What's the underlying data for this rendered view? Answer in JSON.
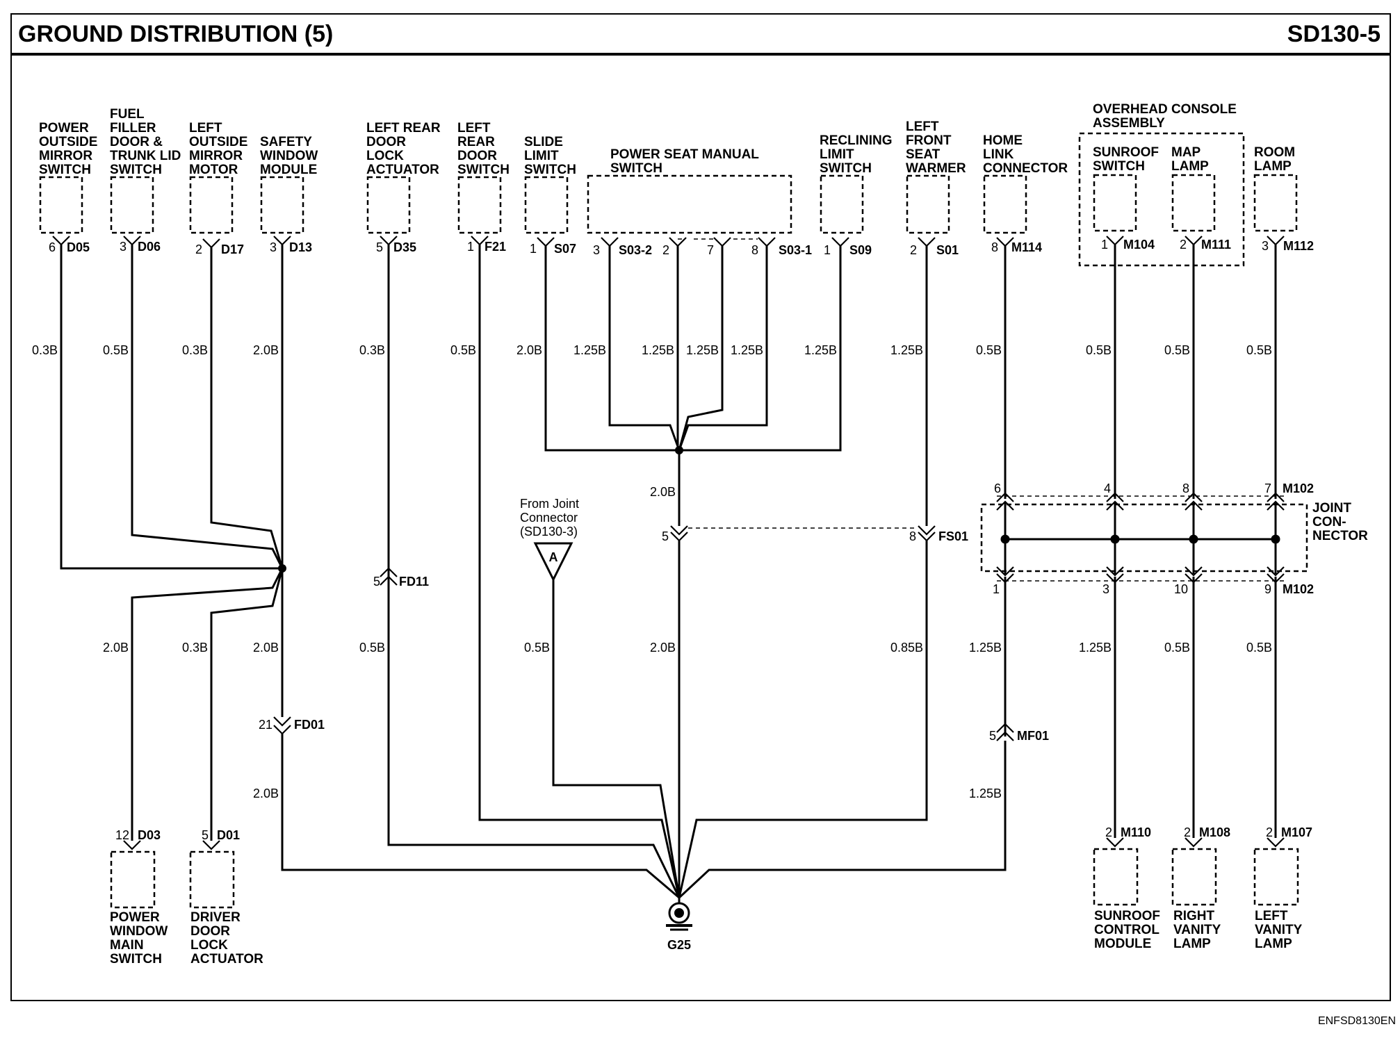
{
  "header": {
    "title": "GROUND DISTRIBUTION (5)",
    "page_code": "SD130-5"
  },
  "footer": {
    "doc_code": "ENFSD8130EN"
  },
  "top_components": [
    {
      "id": "c1",
      "lines": [
        "POWER",
        "OUTSIDE",
        "MIRROR",
        "SWITCH"
      ],
      "pin": "6",
      "connector": "D05",
      "wire": "0.3B"
    },
    {
      "id": "c2",
      "lines": [
        "FUEL",
        "FILLER",
        "DOOR &",
        "TRUNK LID",
        "SWITCH"
      ],
      "pin": "3",
      "connector": "D06",
      "wire": "0.5B"
    },
    {
      "id": "c3",
      "lines": [
        "LEFT",
        "OUTSIDE",
        "MIRROR",
        "MOTOR"
      ],
      "pin": "2",
      "connector": "D17",
      "wire": "0.3B"
    },
    {
      "id": "c4",
      "lines": [
        "SAFETY",
        "WINDOW",
        "MODULE"
      ],
      "pin": "3",
      "connector": "D13",
      "wire": "2.0B"
    },
    {
      "id": "c5",
      "lines": [
        "LEFT REAR",
        "DOOR",
        "LOCK",
        "ACTUATOR"
      ],
      "pin": "5",
      "connector": "D35",
      "wire": "0.3B"
    },
    {
      "id": "c6",
      "lines": [
        "LEFT",
        "REAR",
        "DOOR",
        "SWITCH"
      ],
      "pin": "1",
      "connector": "F21",
      "wire": "0.5B"
    },
    {
      "id": "c7",
      "lines": [
        "SLIDE",
        "LIMIT",
        "SWITCH"
      ],
      "pin": "1",
      "connector": "S07",
      "wire": "2.0B"
    },
    {
      "id": "c8",
      "lines": [
        "RECLINING",
        "LIMIT",
        "SWITCH"
      ],
      "pin": "1",
      "connector": "S09",
      "wire": "1.25B"
    },
    {
      "id": "c9",
      "lines": [
        "LEFT",
        "FRONT",
        "SEAT",
        "WARMER"
      ],
      "pin": "2",
      "connector": "S01",
      "wire": "1.25B"
    },
    {
      "id": "c10",
      "lines": [
        "HOME",
        "LINK",
        "CONNECTOR"
      ],
      "pin": "8",
      "connector": "M114",
      "wire": "0.5B"
    },
    {
      "id": "c11",
      "lines": [
        "ROOM",
        "LAMP"
      ],
      "pin": "3",
      "connector": "M112",
      "wire": "0.5B"
    }
  ],
  "power_seat": {
    "lines": [
      "POWER SEAT MANUAL",
      "SWITCH"
    ],
    "pins": [
      {
        "pin": "3",
        "connector": "S03-2",
        "wire": "1.25B"
      },
      {
        "pin": "2",
        "connector": "",
        "wire": "1.25B"
      },
      {
        "pin": "7",
        "connector": "",
        "wire": "1.25B"
      },
      {
        "pin": "8",
        "connector": "S03-1",
        "wire": "1.25B"
      }
    ]
  },
  "overhead_console": {
    "lines": [
      "OVERHEAD CONSOLE",
      "ASSEMBLY"
    ],
    "items": [
      {
        "lines": [
          "SUNROOF",
          "SWITCH"
        ],
        "pin": "1",
        "connector": "M104",
        "wire": "0.5B"
      },
      {
        "lines": [
          "MAP",
          "LAMP"
        ],
        "pin": "2",
        "connector": "M111",
        "wire": "0.5B"
      }
    ]
  },
  "bottom_components": [
    {
      "lines": [
        "POWER",
        "WINDOW",
        "MAIN",
        "SWITCH"
      ],
      "pin": "12",
      "connector": "D03",
      "wire": "2.0B"
    },
    {
      "lines": [
        "DRIVER",
        "DOOR",
        "LOCK",
        "ACTUATOR"
      ],
      "pin": "5",
      "connector": "D01",
      "wire": "0.3B"
    },
    {
      "lines": [
        "SUNROOF",
        "CONTROL",
        "MODULE"
      ],
      "pin": "2",
      "connector": "M110",
      "wire": "1.25B"
    },
    {
      "lines": [
        "RIGHT",
        "VANITY",
        "LAMP"
      ],
      "pin": "2",
      "connector": "M108",
      "wire": "0.5B"
    },
    {
      "lines": [
        "LEFT",
        "VANITY",
        "LAMP"
      ],
      "pin": "2",
      "connector": "M107",
      "wire": "0.5B"
    }
  ],
  "joint_connector": {
    "lines": [
      "JOINT",
      "CON-",
      "NECTOR"
    ],
    "top_connector": "M102",
    "bottom_connector": "M102",
    "top_pins": [
      "6",
      "4",
      "8",
      "7"
    ],
    "bottom_pins": [
      "1",
      "3",
      "10",
      "9"
    ]
  },
  "inline_connectors": {
    "fd01": {
      "pin": "21",
      "name": "FD01"
    },
    "fd11": {
      "pin": "5",
      "name": "FD11"
    },
    "fs01_left": {
      "pin": "5"
    },
    "fs01_right": {
      "pin": "8",
      "name": "FS01"
    },
    "mf01": {
      "pin": "5",
      "name": "MF01"
    }
  },
  "wires": {
    "d13_lower": "2.0B",
    "fd01_lower": "2.0B",
    "fd11_lower": "0.5B",
    "seat_trunk": "2.0B",
    "seat_to_ground": "2.0B",
    "joint_a": "0.5B",
    "fs01_lower": "0.85B",
    "jc_pin1_lower": "1.25B",
    "mf01_lower": "1.25B"
  },
  "from_joint": {
    "lines": [
      "From Joint",
      "Connector",
      "(SD130-3)"
    ],
    "symbol": "A"
  },
  "ground": {
    "name": "G25"
  }
}
